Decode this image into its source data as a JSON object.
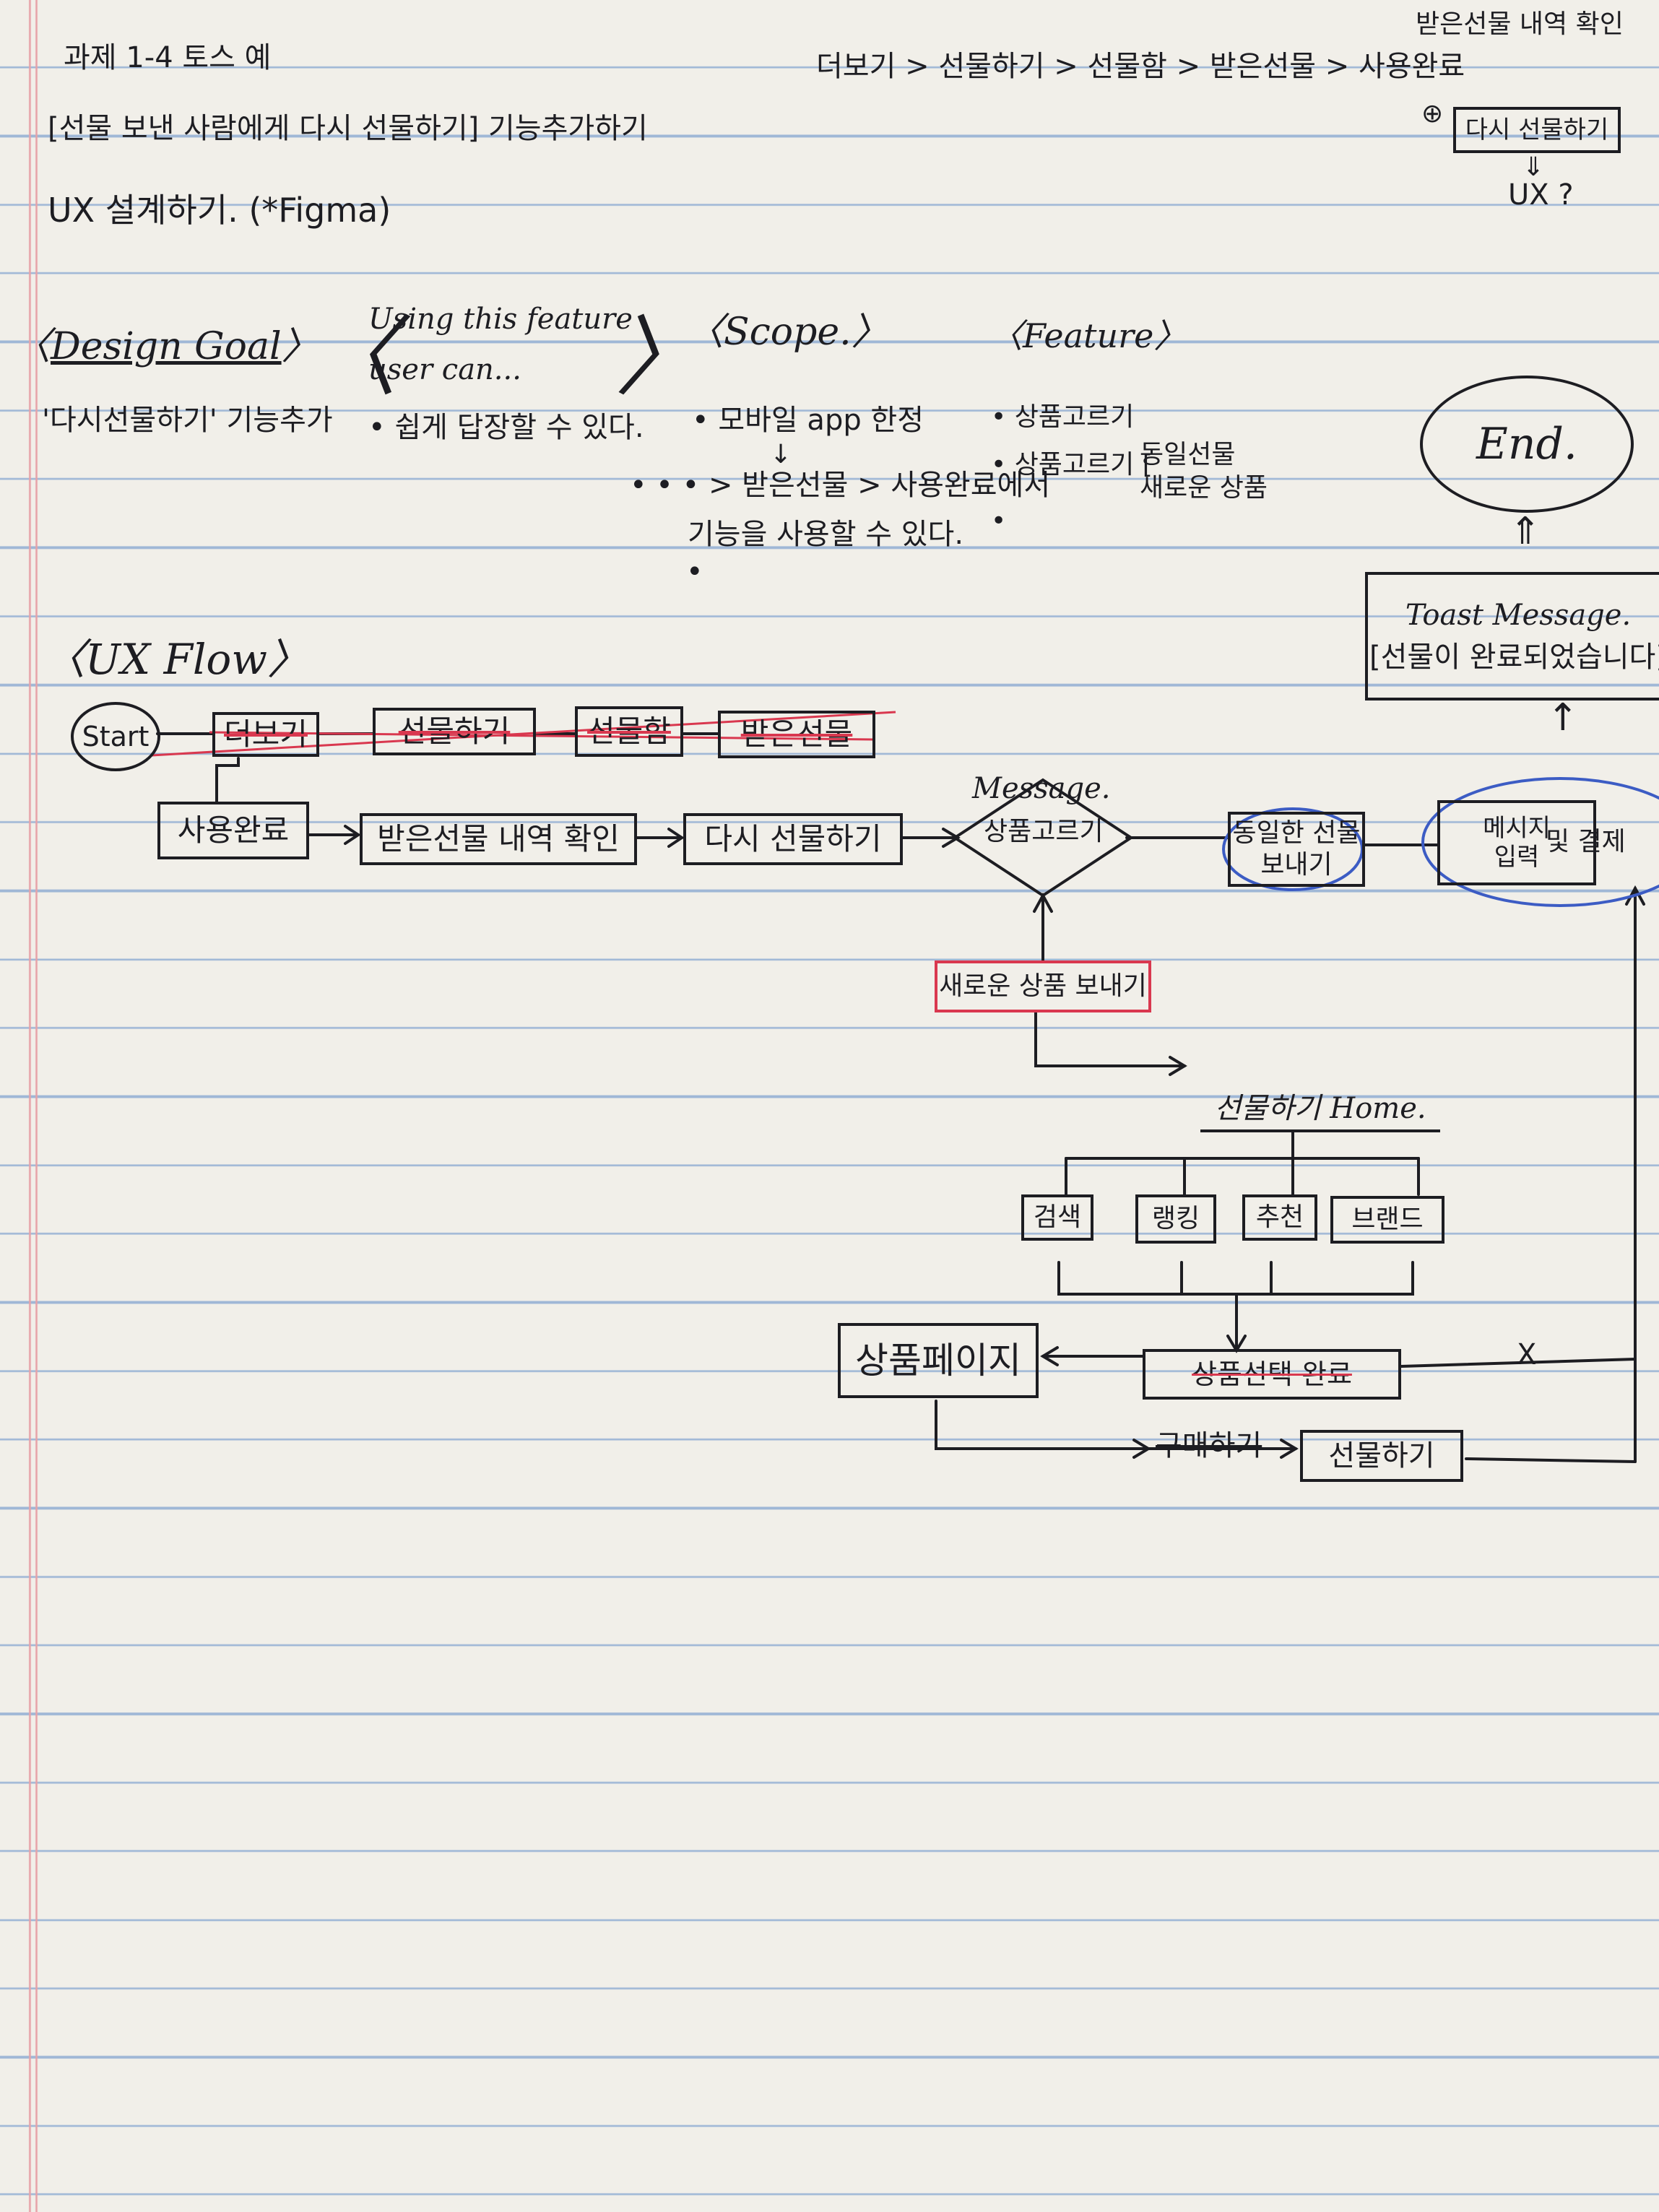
{
  "header": {
    "assignment": "과제 1-4 토스 예",
    "breadcrumb": [
      "더보기",
      "선물하기",
      "선물함",
      "받은선물",
      "사용완료"
    ],
    "breadcrumb_note": "받은선물 내역 확인",
    "add_button": "다시 선물하기",
    "ux_note": "UX ?",
    "task_title": "[선물 보낸 사람에게 다시 선물하기] 기능추가하기",
    "subtitle": "UX 설계하기. (*Figma)"
  },
  "sections": {
    "design_goal": {
      "heading": "Design Goal",
      "items": [
        "'다시선물하기' 기능추가"
      ]
    },
    "using": {
      "heading_line1": "Using this feature",
      "heading_line2": "user can...",
      "items": [
        "쉽게 답장할 수 있다."
      ]
    },
    "scope": {
      "heading": "Scope.",
      "items": [
        "모바일 app 한정",
        "> 받은선물 > 사용완료에서",
        "기능을 사용할 수 있다."
      ]
    },
    "feature": {
      "heading": "Feature",
      "items": [
        "상품고르기",
        "상품고르기",
        "동일선물",
        "새로운 상품"
      ]
    }
  },
  "flow": {
    "heading": "UX Flow",
    "start": "Start",
    "top_row": [
      "더보기",
      "선물하기",
      "선물함",
      "받은선물"
    ],
    "row2": [
      "사용완료",
      "받은선물 내역 확인",
      "다시 선물하기"
    ],
    "decision_line1": "Message.",
    "decision_line2": "상품고르기",
    "same_gift": [
      "동일한 선물",
      "보내기"
    ],
    "message_node": [
      "메시지",
      "입력",
      "및 결제"
    ],
    "new_gift": "새로운 상품 보내기",
    "gift_home": "선물하기 Home.",
    "categories": [
      "검색",
      "랭킹",
      "추천",
      "브랜드"
    ],
    "product_page": "상품페이지",
    "select_done": "상품선택 완료",
    "bottom_label": "구매하기",
    "bottom_box": "선물하기",
    "cross_mark": "X",
    "toast_title": "Toast Message.",
    "toast_body": "[선물이 완료되었습니다]",
    "end": "End."
  },
  "colors": {
    "ink": "#1d1d22",
    "red_pen": "#d9384f",
    "blue_pen": "#3c5cc4",
    "rule_line": "#9fb7d6",
    "margin_line": "#e7a2a8",
    "paper": "#f1efe9"
  }
}
